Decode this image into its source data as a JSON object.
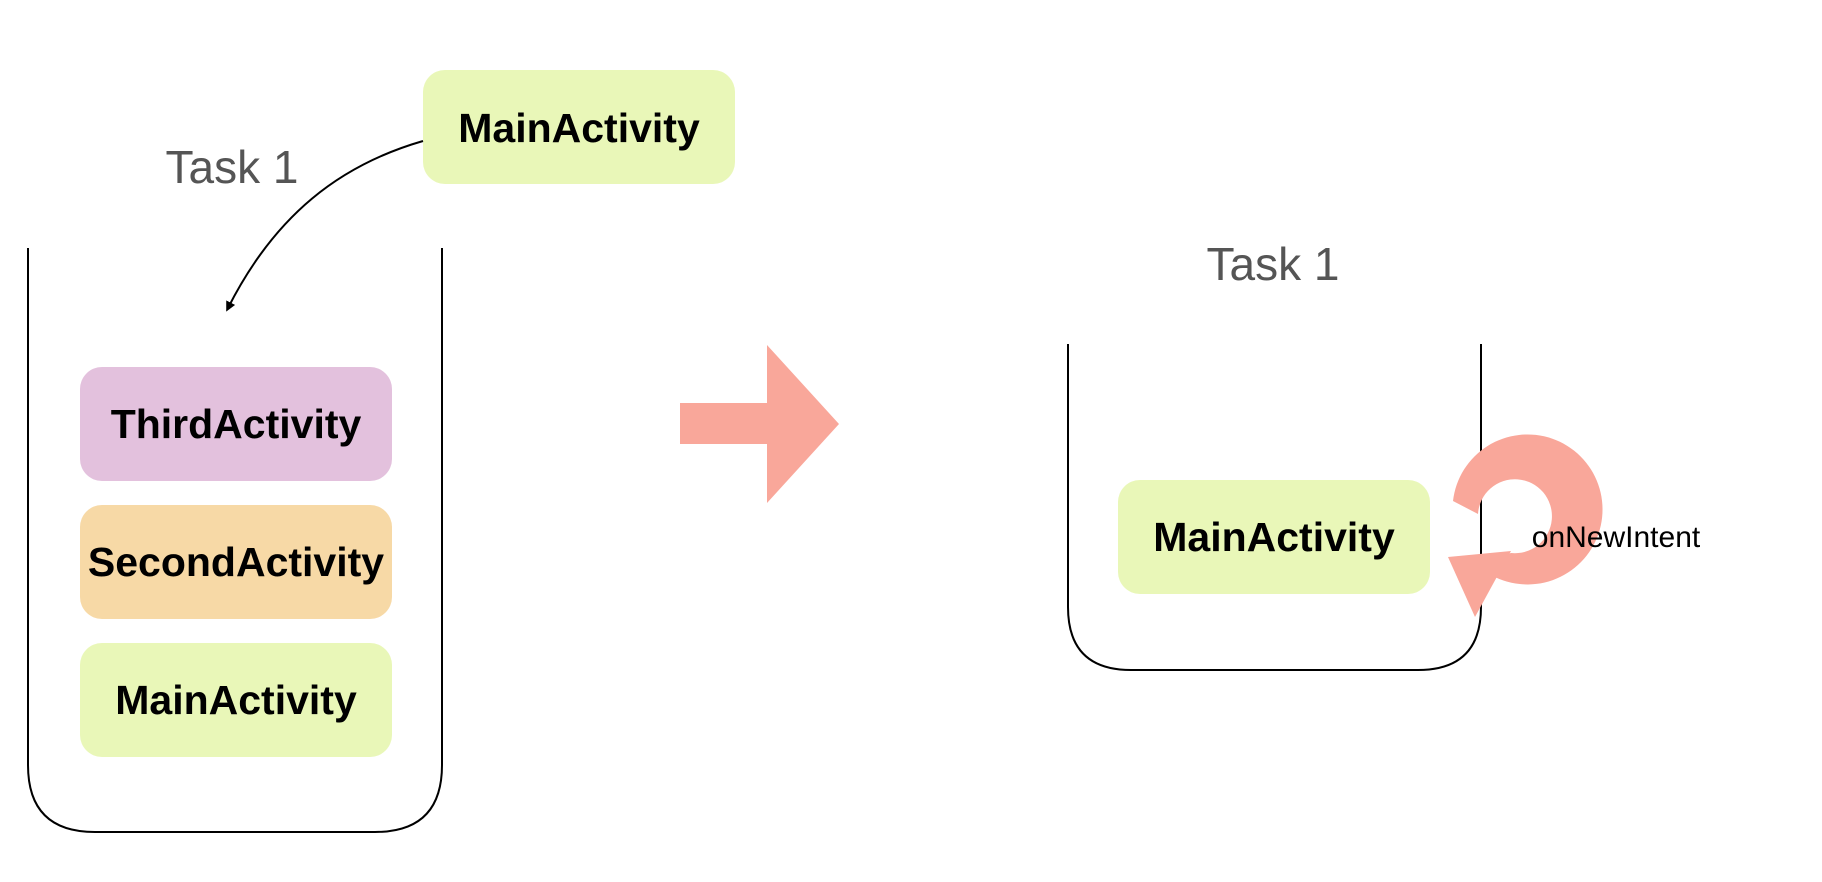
{
  "left_task": {
    "label": "Task 1",
    "incoming": "MainActivity",
    "stack": [
      "ThirdActivity",
      "SecondActivity",
      "MainActivity"
    ]
  },
  "right_task": {
    "label": "Task 1",
    "stack": [
      "MainActivity"
    ],
    "callback": "onNewIntent"
  },
  "colors": {
    "main_activity": "#E9F7B8",
    "second_activity": "#F7D9A6",
    "third_activity": "#E3C1DD",
    "arrow": "#F9A79A",
    "container_stroke": "#000000",
    "task_label": "#555555"
  },
  "icons": {
    "transition": "right-arrow-icon",
    "relaunch": "circular-arrow-icon"
  }
}
